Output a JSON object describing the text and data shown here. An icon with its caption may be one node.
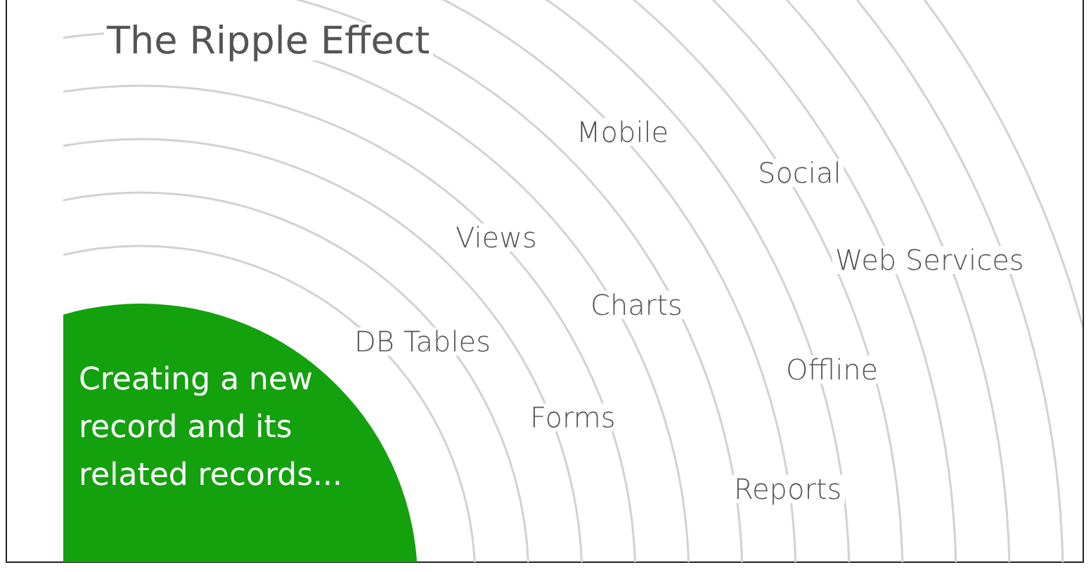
{
  "diagram": {
    "title": "The Ripple Effect",
    "nodes": [
      {
        "text": [
          "Creating a new record and its related records..."
        ]
      }
    ],
    "labels": [
      "Mobile",
      "Social",
      "Views",
      "Web Services",
      "Charts",
      "DB Tables",
      "Offline",
      "Forms",
      "Reports"
    ]
  }
}
